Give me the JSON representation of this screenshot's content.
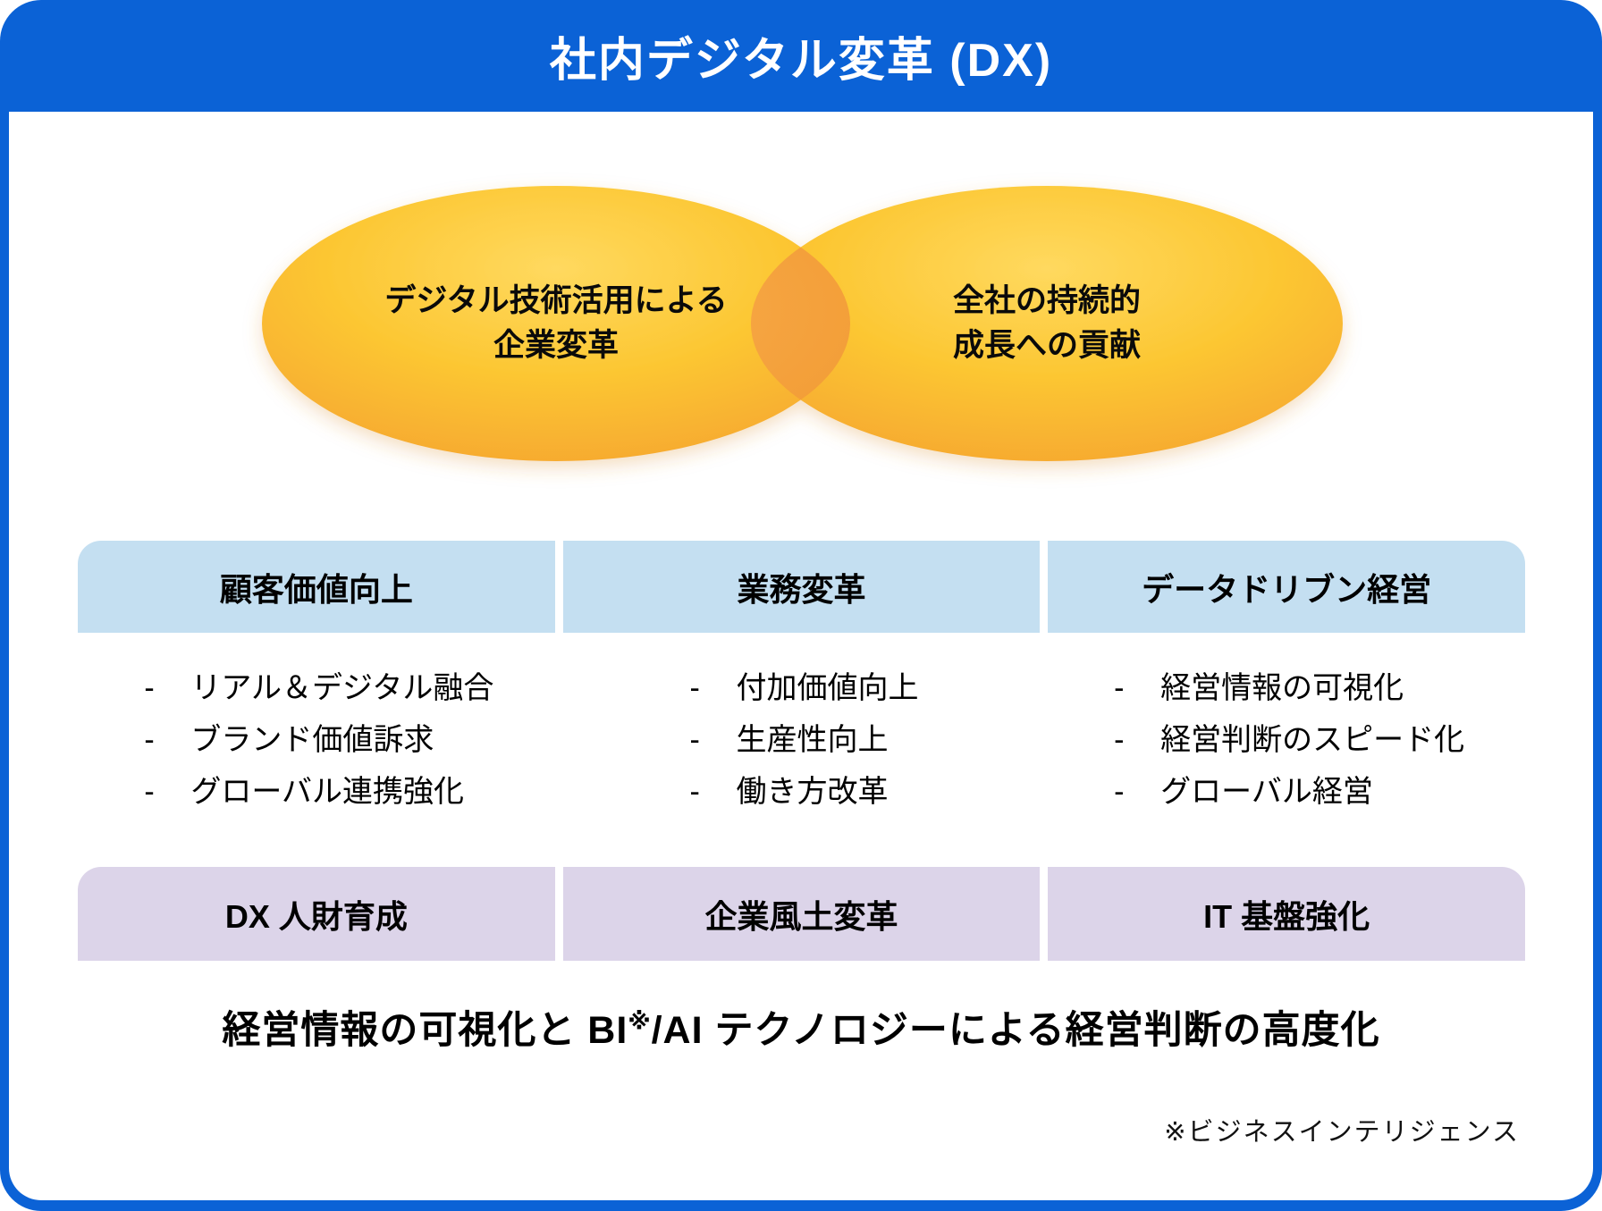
{
  "title": "社内デジタル変革 (DX)",
  "venn": {
    "left": {
      "line1": "デジタル技術活用による",
      "line2": "企業変革"
    },
    "right": {
      "line1": "全社の持続的",
      "line2": "成長への貢献"
    }
  },
  "columns": [
    {
      "header": "顧客価値向上",
      "items": [
        "リアル＆デジタル融合",
        "ブランド価値訴求",
        "グローバル連携強化"
      ],
      "footer": "DX 人財育成"
    },
    {
      "header": "業務変革",
      "items": [
        "付加価値向上",
        "生産性向上",
        "働き方改革"
      ],
      "footer": "企業風土変革"
    },
    {
      "header": "データドリブン経営",
      "items": [
        "経営情報の可視化",
        "経営判断のスピード化",
        "グローバル経営"
      ],
      "footer": "IT 基盤強化"
    }
  ],
  "list_bullet": "-",
  "statement": {
    "pre": "経営情報の可視化と BI",
    "sup": "※",
    "post": "/AI テクノロジーによる経営判断の高度化"
  },
  "footnote": "※ビジネスインテリジェンス",
  "colors": {
    "frame_blue": "#0B62D6",
    "box_light_blue": "#C4DFF1",
    "box_light_purple": "#DCD4E9",
    "ellipse_yellow": "#FCC733",
    "ellipse_orange": "#F5A32E",
    "overlap_orange": "#F29B31"
  }
}
